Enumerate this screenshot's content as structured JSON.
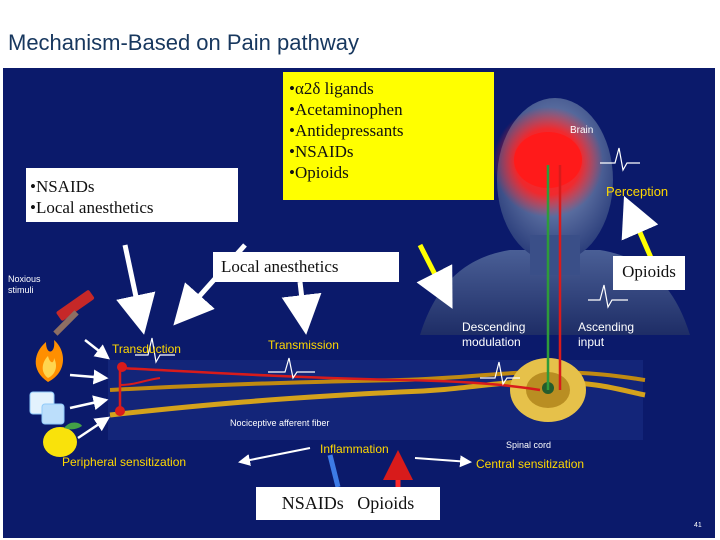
{
  "title": "Mechanism-Based on Pain pathway",
  "drug_boxes": {
    "peripheral": [
      "•NSAIDs",
      "•Local anesthetics"
    ],
    "central": [
      "•α2δ ligands",
      "•Acetaminophen",
      "•Antidepressants",
      "•NSAIDs",
      "•Opioids"
    ],
    "transmission": "Local anesthetics",
    "ascending": "Opioids",
    "inflammation": [
      "NSAIDs",
      "Opioids"
    ]
  },
  "labels": {
    "brain": "Brain",
    "perception": "Perception",
    "noxious_stimuli": "Noxious stimuli",
    "transduction": "Transduction",
    "transmission": "Transmission",
    "descending_modulation": "Descending modulation",
    "ascending_input": "Ascending input",
    "nociceptive_fiber": "Nociceptive afferent fiber",
    "spinal_cord": "Spinal cord",
    "inflammation": "Inflammation",
    "peripheral_sensitization": "Peripheral sensitization",
    "central_sensitization": "Central sensitization",
    "slide_number": "41"
  },
  "colors": {
    "title": "#17375e",
    "drug_box": "#ffff00",
    "panel": "#0b1a6b",
    "nerve": "#d4a21c",
    "pathway_red": "#d81b1b",
    "pathway_green": "#2e9b3a",
    "brain_glow": "#ff1a1a"
  },
  "icons": [
    "hammer-icon",
    "flame-icon",
    "ice-icon",
    "lemon-icon",
    "brain-icon",
    "spinal-cord-icon"
  ]
}
